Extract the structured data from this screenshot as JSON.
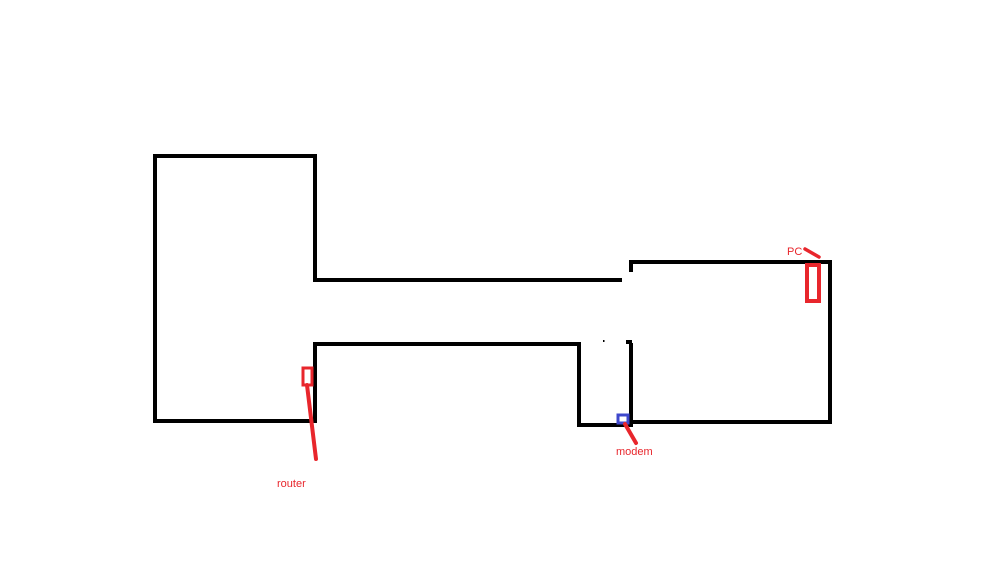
{
  "colors": {
    "background": "#ffffff",
    "wall": "#000000",
    "annotation": "#e8262c",
    "modem_marker": "#3f48cc"
  },
  "labels": {
    "router": "router",
    "modem": "modem",
    "pc": "PC"
  }
}
